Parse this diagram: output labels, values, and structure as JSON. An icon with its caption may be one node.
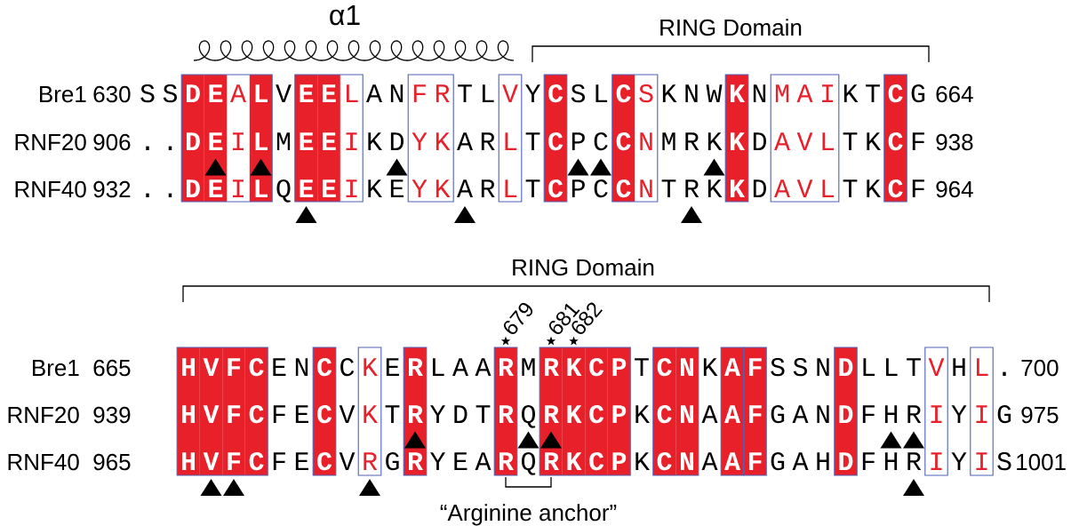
{
  "diagram": {
    "labels": [
      "α1",
      "RING Domain",
      "Bre1",
      "630",
      "S",
      "S",
      "D",
      "E",
      "A",
      "L",
      "V",
      "E",
      "E",
      "L",
      "A",
      "N",
      "F",
      "R",
      "T",
      "L",
      "V",
      "Y",
      "C",
      "S",
      "L",
      "C",
      "S",
      "K",
      "N",
      "W",
      "K",
      "N",
      "M",
      "A",
      "I",
      "K",
      "T",
      "C",
      "G",
      "664",
      "RNF20",
      "906",
      ".",
      ".",
      "D",
      "E",
      "I",
      "L",
      "M",
      "E",
      "E",
      "I",
      "K",
      "D",
      "Y",
      "K",
      "A",
      "R",
      "L",
      "T",
      "C",
      "P",
      "C",
      "C",
      "N",
      "M",
      "R",
      "K",
      "K",
      "D",
      "A",
      "V",
      "L",
      "T",
      "K",
      "C",
      "F",
      "938",
      "RNF40",
      "932",
      ".",
      ".",
      "D",
      "E",
      "I",
      "L",
      "Q",
      "E",
      "E",
      "I",
      "K",
      "E",
      "Y",
      "K",
      "A",
      "R",
      "L",
      "T",
      "C",
      "P",
      "C",
      "C",
      "N",
      "T",
      "R",
      "K",
      "K",
      "D",
      "A",
      "V",
      "L",
      "T",
      "K",
      "C",
      "F",
      "964",
      "RING Domain",
      "679",
      "681",
      "682",
      "Bre1",
      "665",
      "H",
      "V",
      "F",
      "C",
      "E",
      "N",
      "C",
      "C",
      "K",
      "E",
      "R",
      "L",
      "A",
      "A",
      "R",
      "M",
      "R",
      "K",
      "C",
      "P",
      "T",
      "C",
      "N",
      "K",
      "A",
      "F",
      "S",
      "S",
      "N",
      "D",
      "L",
      "L",
      "T",
      "V",
      "H",
      "L",
      ".",
      "700",
      "RNF20",
      "939",
      "H",
      "V",
      "F",
      "C",
      "F",
      "E",
      "C",
      "V",
      "K",
      "T",
      "R",
      "Y",
      "D",
      "T",
      "R",
      "Q",
      "R",
      "K",
      "C",
      "P",
      "K",
      "C",
      "N",
      "A",
      "A",
      "F",
      "G",
      "A",
      "N",
      "D",
      "F",
      "H",
      "R",
      "I",
      "Y",
      "I",
      "G",
      "975",
      "RNF40",
      "965",
      "H",
      "V",
      "F",
      "C",
      "F",
      "E",
      "C",
      "V",
      "R",
      "G",
      "R",
      "Y",
      "E",
      "A",
      "R",
      "Q",
      "R",
      "K",
      "C",
      "P",
      "K",
      "C",
      "N",
      "A",
      "A",
      "F",
      "G",
      "A",
      "H",
      "D",
      "F",
      "H",
      "R",
      "I",
      "Y",
      "I",
      "S",
      "1001",
      "“Arginine anchor”"
    ]
  }
}
